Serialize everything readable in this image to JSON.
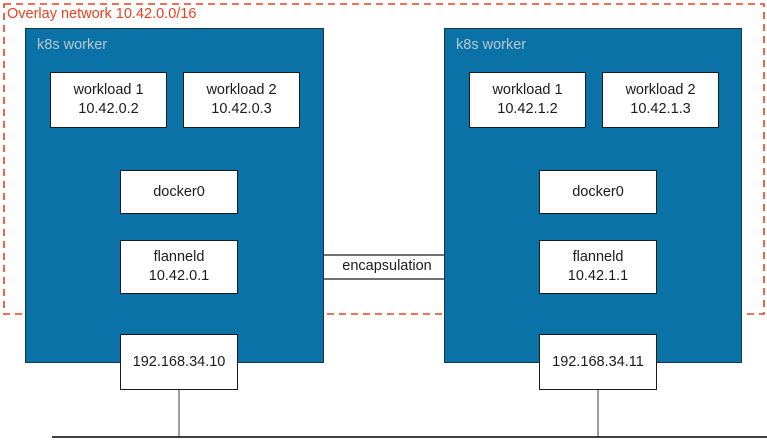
{
  "diagram": {
    "title": "Overlay network 10.42.0.0/16",
    "overlay_color": "#e8411f",
    "worker_fill": "#0B72A8",
    "worker_label_color": "#b9c7ce",
    "node_fill": "#ffffff",
    "line_color": "#1b1b1b"
  },
  "link": {
    "label": "encapsulation",
    "direction": "bidirectional"
  },
  "workers": [
    {
      "name": "k8s worker",
      "workloads": [
        {
          "name": "workload 1",
          "ip": "10.42.0.2"
        },
        {
          "name": "workload 2",
          "ip": "10.42.0.3"
        }
      ],
      "bridge": {
        "name": "docker0"
      },
      "flannel": {
        "name": "flanneld",
        "ip": "10.42.0.1"
      },
      "host": {
        "ip": "192.168.34.10"
      }
    },
    {
      "name": "k8s worker",
      "workloads": [
        {
          "name": "workload 1",
          "ip": "10.42.1.2"
        },
        {
          "name": "workload 2",
          "ip": "10.42.1.3"
        }
      ],
      "bridge": {
        "name": "docker0"
      },
      "flannel": {
        "name": "flanneld",
        "ip": "10.42.1.1"
      },
      "host": {
        "ip": "192.168.34.11"
      }
    }
  ]
}
